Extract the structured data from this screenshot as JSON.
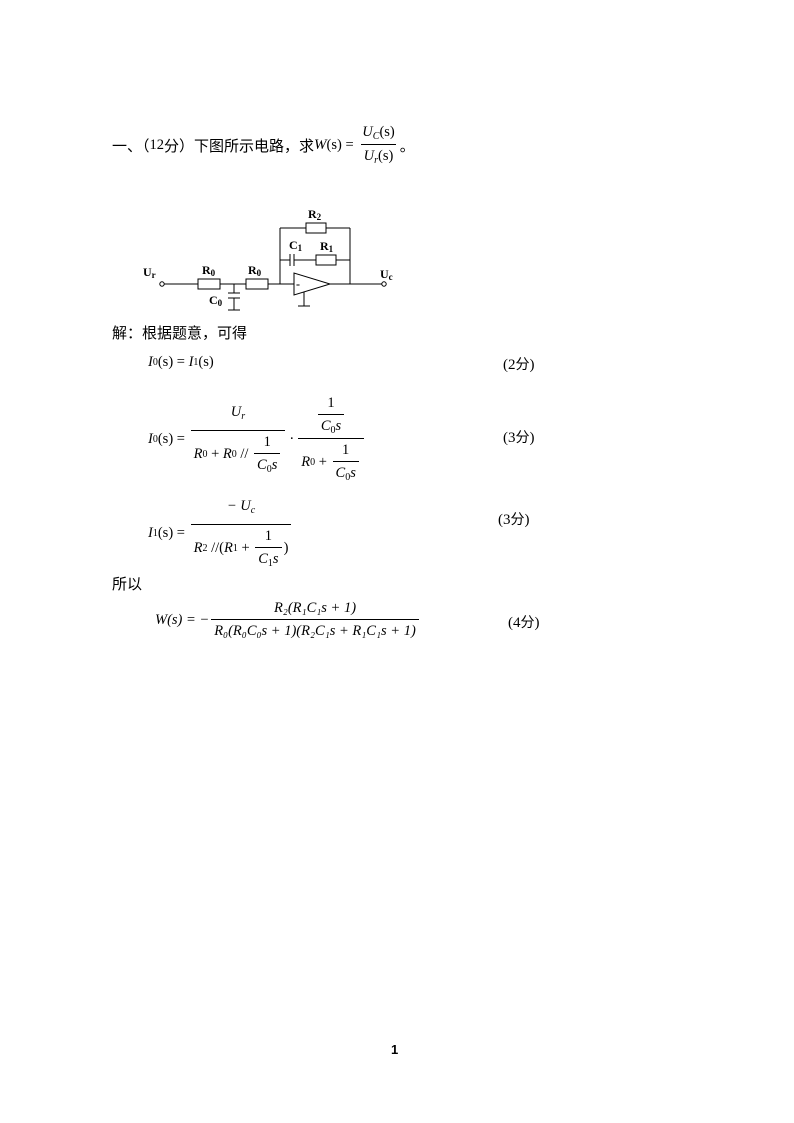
{
  "question": {
    "prefix": "一、（",
    "points": "12",
    "points_unit": "分",
    "close": "）下图所示电路，求",
    "func": "W",
    "arg": "(s) = ",
    "num_sym": "U",
    "num_sub": "C",
    "num_arg": "(s)",
    "den_sym": "U",
    "den_sub": "r",
    "den_arg": "(s)",
    "end": "。"
  },
  "circuit": {
    "input_label": "U",
    "input_sub": "r",
    "output_label": "U",
    "output_sub": "c",
    "r0a": "R",
    "r0a_sub": "0",
    "r0b": "R",
    "r0b_sub": "0",
    "c0": "C",
    "c0_sub": "0",
    "r2": "R",
    "r2_sub": "2",
    "c1": "C",
    "c1_sub": "1",
    "r1": "R",
    "r1_sub": "1",
    "minus": "-"
  },
  "solution": {
    "intro": "解：根据题意，可得",
    "eq1": {
      "lhs": "I",
      "lhs_sub": "0",
      "lhs_arg": "(s) = ",
      "rhs": "I",
      "rhs_sub": "1",
      "rhs_arg": "(s)",
      "score": "2",
      "score_unit": "分"
    },
    "eq2": {
      "lhs": "I",
      "lhs_sub": "0",
      "lhs_arg": "(s) = ",
      "f1_num": "U",
      "f1_num_sub": "r",
      "f1_den_a": "R",
      "f1_den_a_sub": "0",
      "f1_den_plus": " + ",
      "f1_den_b": "R",
      "f1_den_b_sub": "0",
      "f1_den_par": " // ",
      "one": "1",
      "c0s": "C",
      "c0s_sub": "0",
      "s": "s",
      "dot": "·",
      "f2_plus": " + ",
      "score": "3",
      "score_unit": "分"
    },
    "eq3": {
      "lhs": "I",
      "lhs_sub": "1",
      "lhs_arg": "(s) = ",
      "num": "− U",
      "num_sub": "c",
      "den_a": "R",
      "den_a_sub": "2",
      "den_par": " //(",
      "den_b": "R",
      "den_b_sub": "1",
      "den_plus": " + ",
      "den_close": ")",
      "one": "1",
      "c1": "C",
      "c1_sub": "1",
      "s": "s",
      "score": "3",
      "score_unit": "分"
    },
    "so": "所以",
    "eq4": {
      "lhs": "W(s) = −",
      "num": "R₂(R₁C₁s + 1)",
      "den": "R₀(R₀C₀s + 1)(R₂C₁s + R₁C₁s + 1)",
      "score": "4",
      "score_unit": "分"
    }
  },
  "footer": {
    "page_number": "1"
  }
}
